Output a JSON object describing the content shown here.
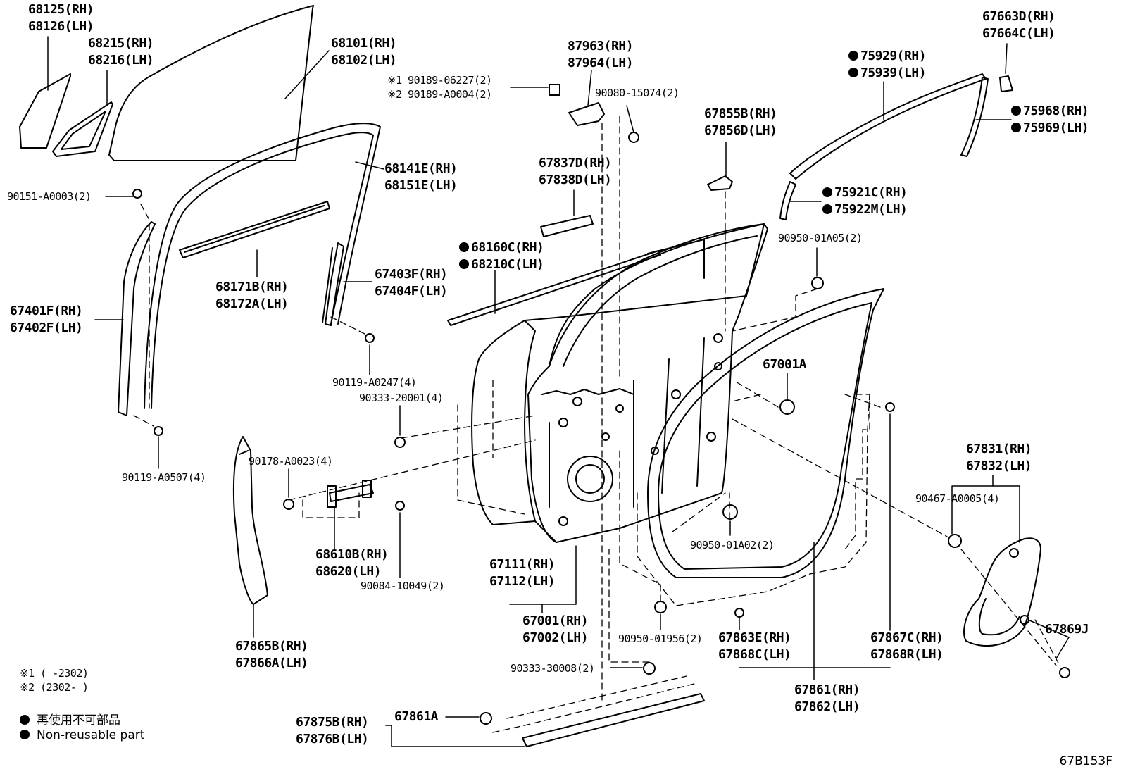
{
  "parts": [
    {
      "id": "p68125",
      "lines": [
        "68125(RH)",
        "68126(LH)"
      ]
    },
    {
      "id": "p68215",
      "lines": [
        "68215(RH)",
        "68216(LH)"
      ]
    },
    {
      "id": "p68101",
      "lines": [
        "68101(RH)",
        "68102(LH)"
      ]
    },
    {
      "id": "p87963",
      "lines": [
        "87963(RH)",
        "87964(LH)"
      ]
    },
    {
      "id": "p90189",
      "lines": [
        "※1 90189-06227(2)",
        "※2 90189-A0004(2)"
      ]
    },
    {
      "id": "p90080",
      "lines": [
        "90080-15074(2)"
      ]
    },
    {
      "id": "p67663",
      "lines": [
        "67663D(RH)",
        "67664C(LH)"
      ]
    },
    {
      "id": "p75929",
      "lines": [
        "75929(RH)",
        "75939(LH)"
      ],
      "bullet": true
    },
    {
      "id": "p75968",
      "lines": [
        "75968(RH)",
        "75969(LH)"
      ],
      "bullet": true
    },
    {
      "id": "p67855",
      "lines": [
        "67855B(RH)",
        "67856D(LH)"
      ]
    },
    {
      "id": "p68141",
      "lines": [
        "68141E(RH)",
        "68151E(LH)"
      ]
    },
    {
      "id": "p67837",
      "lines": [
        "67837D(RH)",
        "67838D(LH)"
      ]
    },
    {
      "id": "p75921",
      "lines": [
        "75921C(RH)",
        "75922M(LH)"
      ],
      "bullet": true
    },
    {
      "id": "p90151",
      "lines": [
        "90151-A0003(2)"
      ]
    },
    {
      "id": "p68160",
      "lines": [
        "68160C(RH)",
        "68210C(LH)"
      ],
      "bullet": true
    },
    {
      "id": "p90950a",
      "lines": [
        "90950-01A05(2)"
      ]
    },
    {
      "id": "p67403",
      "lines": [
        "67403F(RH)",
        "67404F(LH)"
      ]
    },
    {
      "id": "p68171",
      "lines": [
        "68171B(RH)",
        "68172A(LH)"
      ]
    },
    {
      "id": "p67401",
      "lines": [
        "67401F(RH)",
        "67402F(LH)"
      ]
    },
    {
      "id": "p67001a",
      "lines": [
        "67001A"
      ]
    },
    {
      "id": "p90119a",
      "lines": [
        "90119-A0247(4)"
      ]
    },
    {
      "id": "p90333a",
      "lines": [
        "90333-20001(4)"
      ]
    },
    {
      "id": "p67831",
      "lines": [
        "67831(RH)",
        "67832(LH)"
      ]
    },
    {
      "id": "p90178",
      "lines": [
        "90178-A0023(4)"
      ]
    },
    {
      "id": "p90119b",
      "lines": [
        "90119-A0507(4)"
      ]
    },
    {
      "id": "p90467",
      "lines": [
        "90467-A0005(4)"
      ]
    },
    {
      "id": "p90950b",
      "lines": [
        "90950-01A02(2)"
      ]
    },
    {
      "id": "p68610",
      "lines": [
        "68610B(RH)",
        "68620(LH)"
      ]
    },
    {
      "id": "p67111",
      "lines": [
        "67111(RH)",
        "67112(LH)"
      ]
    },
    {
      "id": "p90084",
      "lines": [
        "90084-10049(2)"
      ]
    },
    {
      "id": "p67001",
      "lines": [
        "67001(RH)",
        "67002(LH)"
      ]
    },
    {
      "id": "p90950c",
      "lines": [
        "90950-01956(2)"
      ]
    },
    {
      "id": "p67863",
      "lines": [
        "67863E(RH)",
        "67868C(LH)"
      ]
    },
    {
      "id": "p67867",
      "lines": [
        "67867C(RH)",
        "67868R(LH)"
      ]
    },
    {
      "id": "p67869",
      "lines": [
        "67869J"
      ]
    },
    {
      "id": "p67865",
      "lines": [
        "67865B(RH)",
        "67866A(LH)"
      ]
    },
    {
      "id": "p90333b",
      "lines": [
        "90333-30008(2)"
      ]
    },
    {
      "id": "p67861",
      "lines": [
        "67861(RH)",
        "67862(LH)"
      ]
    },
    {
      "id": "p67875",
      "lines": [
        "67875B(RH)",
        "67876B(LH)"
      ]
    },
    {
      "id": "p67861a",
      "lines": [
        "67861A"
      ]
    }
  ],
  "notes": [
    "※1 (       -2302)",
    "※2 (2302-        )"
  ],
  "legend": [
    "再使用不可部品",
    "Non-reusable part"
  ],
  "drawing_code": "67B153F"
}
